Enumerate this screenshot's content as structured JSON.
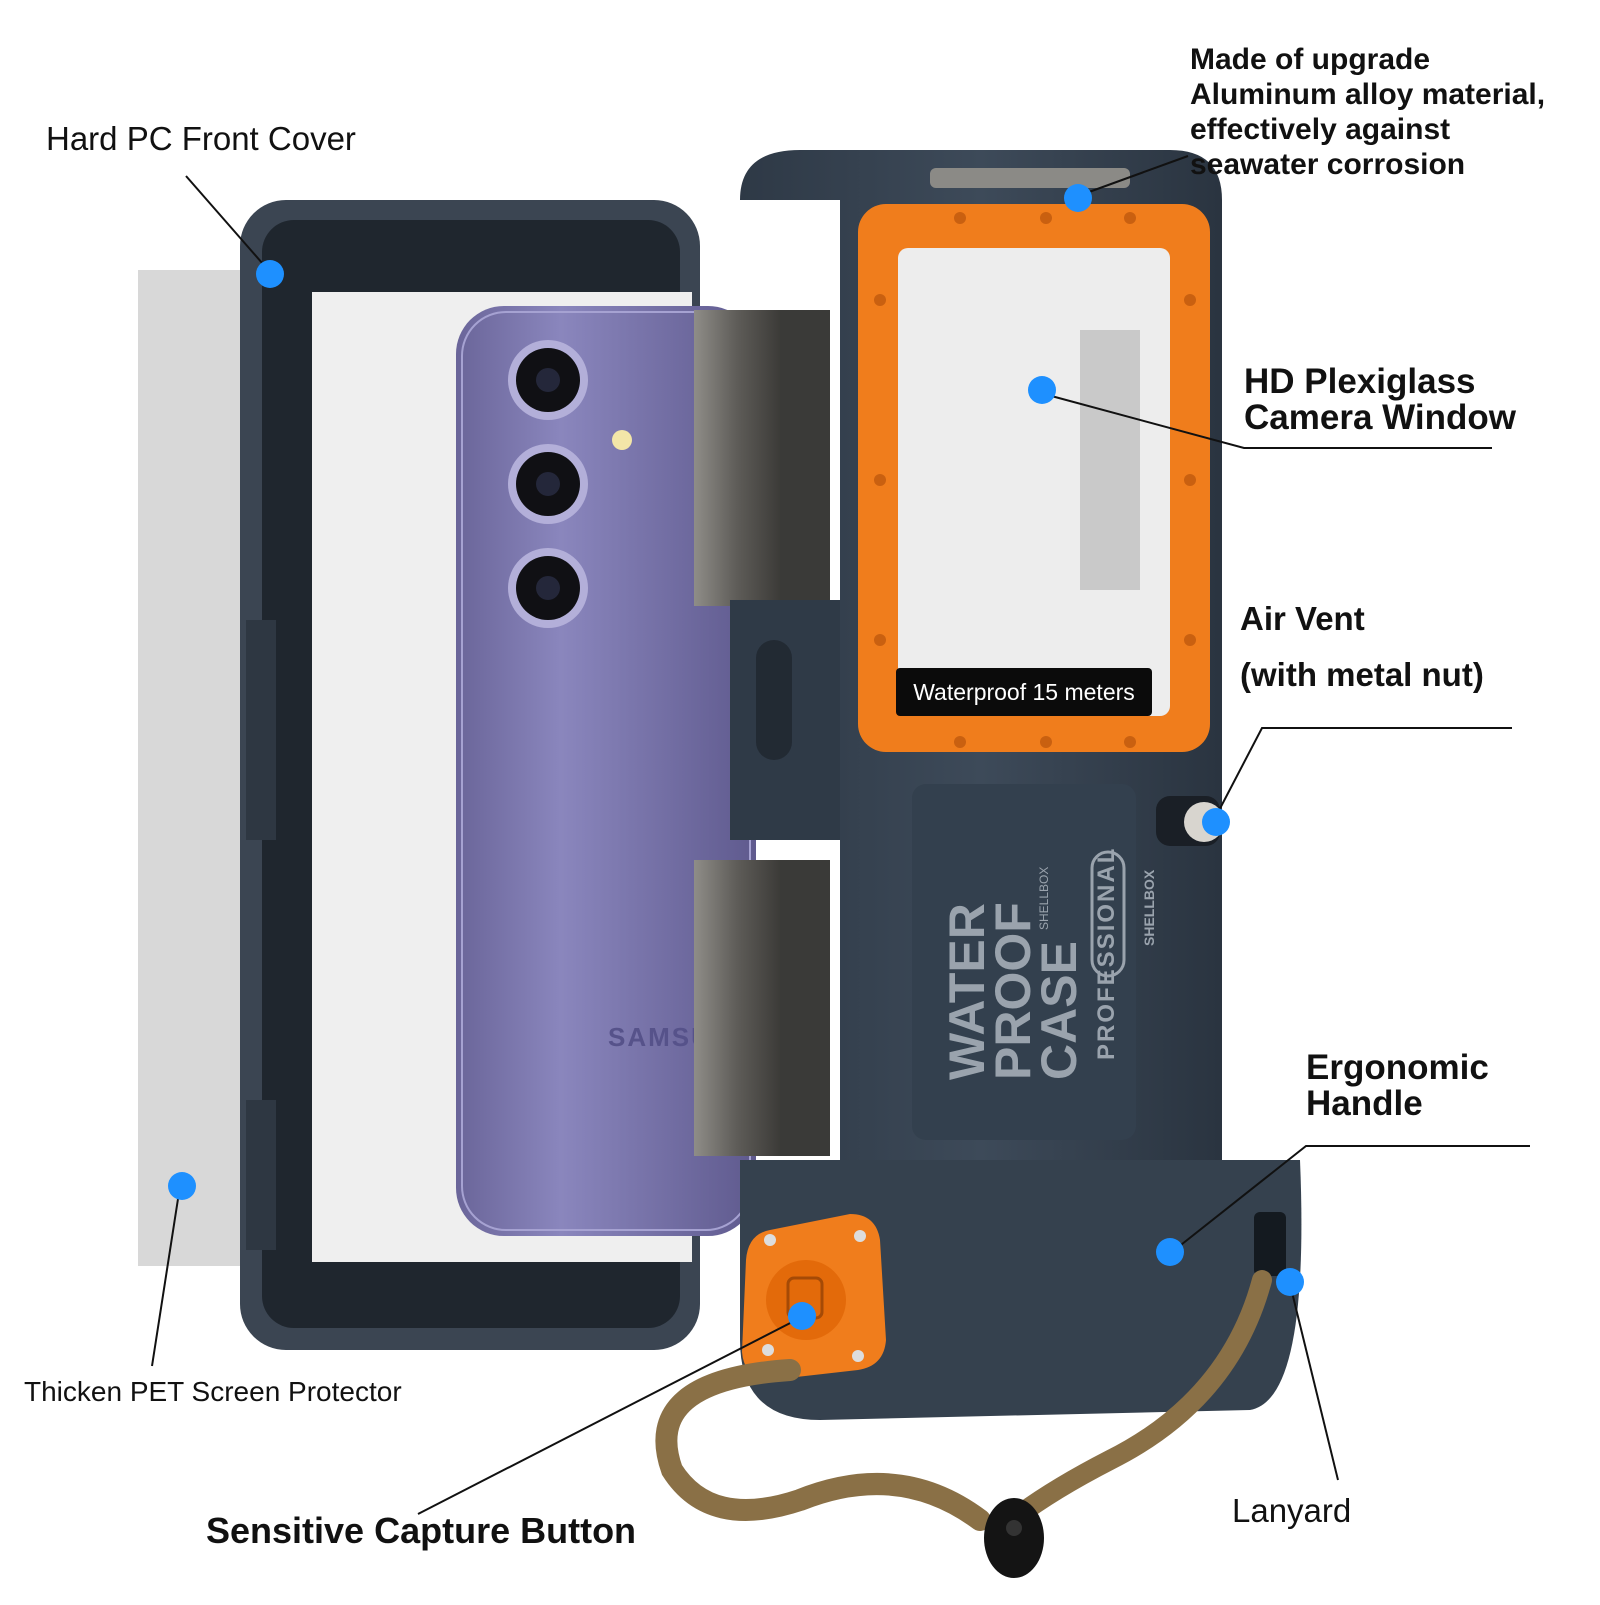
{
  "labels": {
    "hard_pc_front_cover": "Hard PC Front Cover",
    "made_of": [
      "Made of upgrade",
      "Aluminum alloy material,",
      "effectively against",
      "seawater corrosion"
    ],
    "hd_window": [
      "HD Plexiglass",
      "Camera Window"
    ],
    "air_vent": "Air Vent",
    "air_vent_sub": "(with metal nut)",
    "ergonomic_handle": [
      "Ergonomic",
      "Handle"
    ],
    "screen_protector": "Thicken PET Screen Protector",
    "lanyard": "Lanyard",
    "capture_button": "Sensitive Capture Button"
  },
  "product": {
    "window_badge": "Waterproof 15 meters",
    "panel_text": [
      "WATER",
      "PROOF",
      "CASE",
      "PROFESSIONAL"
    ],
    "brand_small": "SHELLBOX",
    "brand_badge": "SHELLBOX",
    "phone_brand": "SAMSUNG"
  },
  "colors": {
    "marker": "#1e90ff",
    "case_body": "#3a4654",
    "case_dark": "#2b3542",
    "frame_orange": "#f07d1c",
    "phone_purple": "#7b76ae",
    "cord": "#8a7046"
  },
  "icons": [
    "camera-lens-icon",
    "shutter-button-icon",
    "vent-nut-icon"
  ]
}
